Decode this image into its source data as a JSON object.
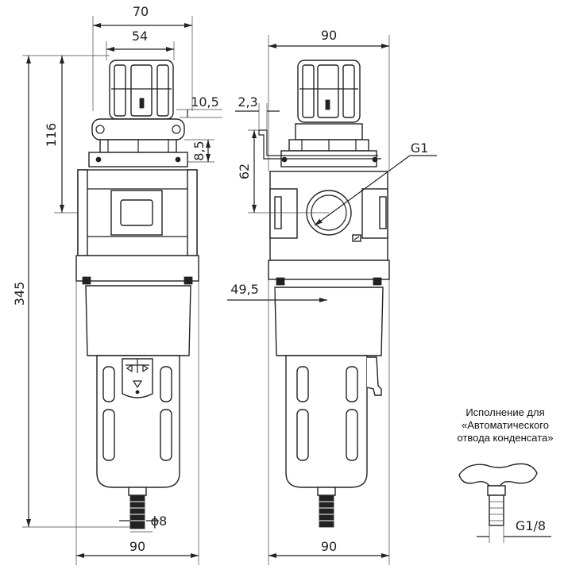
{
  "dimensions": {
    "front": {
      "top_width": "70",
      "knob_width": "54",
      "bolt_offset": "10,5",
      "nut_height": "8,5",
      "upper_height": "116",
      "overall_height": "345",
      "drain_diameter": "ϕ8",
      "bottom_width": "90"
    },
    "side": {
      "top_width": "90",
      "bracket_thickness": "2,3",
      "bracket_height": "62",
      "port_thread": "G1",
      "bowl_offset": "49,5",
      "bottom_width": "90"
    },
    "drain_option": {
      "thread": "G1/8"
    }
  },
  "drain_note": {
    "line1": "Исполнение для",
    "line2": "«Автоматического",
    "line3": "отвода конденсата»"
  }
}
